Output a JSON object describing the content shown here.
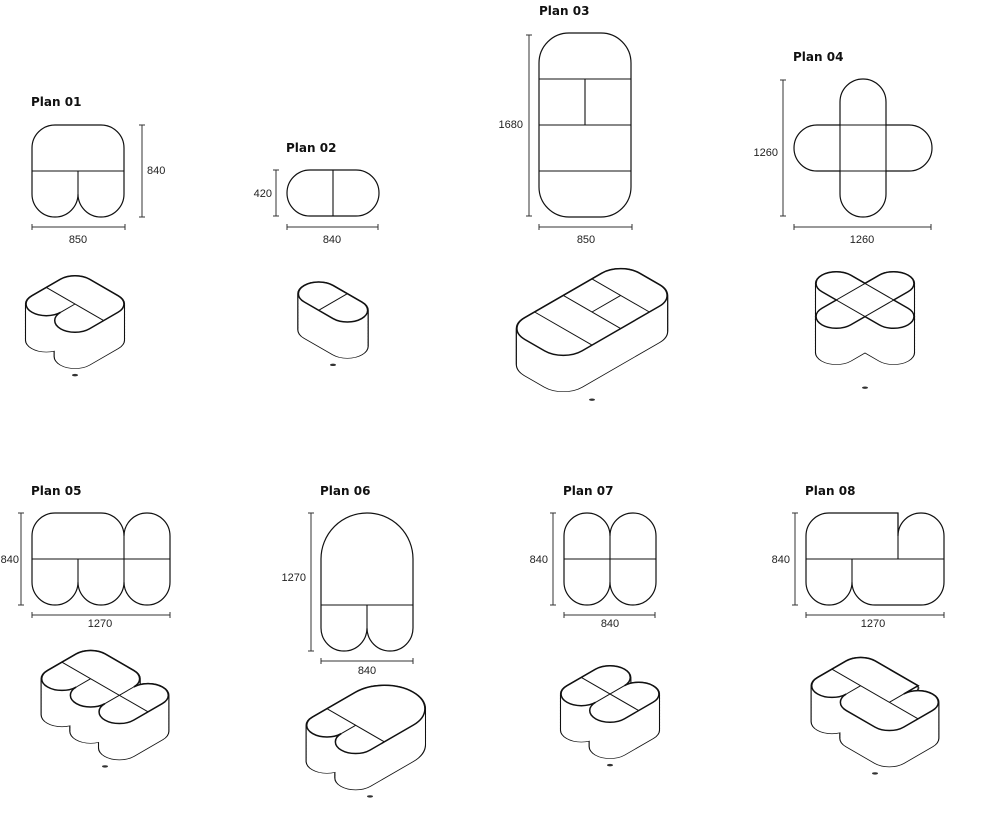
{
  "plans": [
    {
      "title": "Plan 01",
      "width_label": "850",
      "height_label": "840"
    },
    {
      "title": "Plan 02",
      "width_label": "840",
      "height_label": "420"
    },
    {
      "title": "Plan 03",
      "width_label": "850",
      "height_label": "1680"
    },
    {
      "title": "Plan 04",
      "width_label": "1260",
      "height_label": "1260"
    },
    {
      "title": "Plan 05",
      "width_label": "1270",
      "height_label": "840"
    },
    {
      "title": "Plan 06",
      "width_label": "840",
      "height_label": "1270"
    },
    {
      "title": "Plan 07",
      "width_label": "840",
      "height_label": "840"
    },
    {
      "title": "Plan 08",
      "width_label": "1270",
      "height_label": "840"
    }
  ]
}
